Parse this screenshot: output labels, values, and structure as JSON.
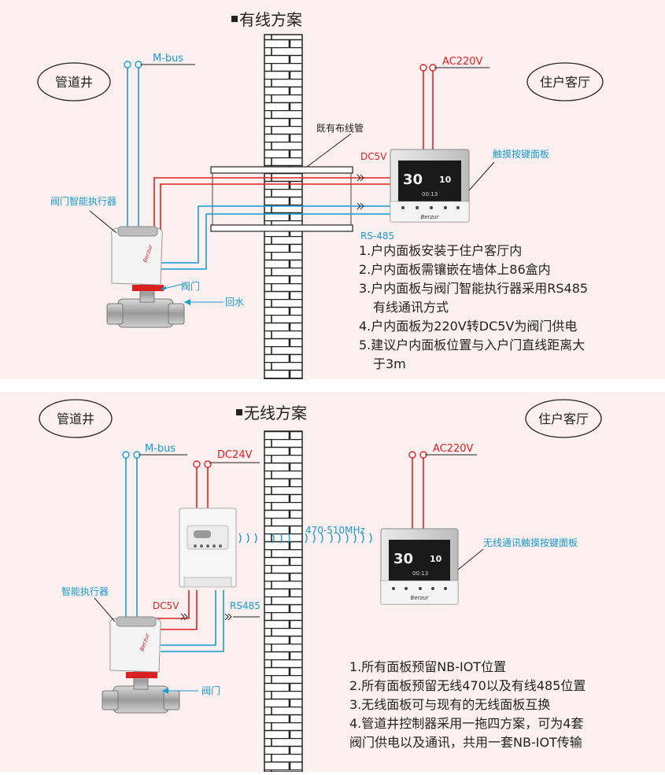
{
  "wired": {
    "title": "有线方案",
    "left_label": "管道井",
    "right_label": "住户客厅",
    "bus_label": "M-bus",
    "ac_label": "AC220V",
    "pipe_label": "既有布线管",
    "dc_label": "DC5V",
    "rs_label": "RS-485",
    "panel_label": "触摸按键面板",
    "actuator_label": "阀门智能执行器",
    "valve_label": "阀门",
    "return_label": "回水",
    "notes": [
      "1.户内面板安装于住户客厅内",
      "2.户内面板需镶嵌在墙体上86盒内",
      "3.户内面板与阀门智能执行器采用RS485",
      "有线通讯方式",
      "4.户内面板为220V转DC5V为阀门供电",
      "5.建议户内面板位置与入户门直线距离大",
      "于3m"
    ]
  },
  "wireless": {
    "title": "无线方案",
    "left_label": "管道井",
    "right_label": "住户客厅",
    "bus_label": "M-bus",
    "dc24_label": "DC24V",
    "ac_label": "AC220V",
    "freq_label": "470-510MHz",
    "panel_label": "无线通讯触摸按键面板",
    "actuator_label": "智能执行器",
    "dc_label": "DC5V",
    "rs_label": "RS485",
    "valve_label": "阀门",
    "notes": [
      "1.所有面板预留NB-IOT位置",
      "2.所有面板预留无线470以及有线485位置",
      "3.无线面板可与现有的无线面板互换",
      "4.管道井控制器采用一拖四方案，可为4套",
      "阀门供电以及通讯，共用一套NB-IOT传输"
    ]
  },
  "display": {
    "temp1": "30",
    "temp2": "10",
    "clock": "00:13",
    "brand": "Berzur"
  },
  "colors": {
    "red": "#e02020",
    "blue": "#1a9ad6",
    "line": "#333333",
    "panel_bg": "#fcefef"
  }
}
